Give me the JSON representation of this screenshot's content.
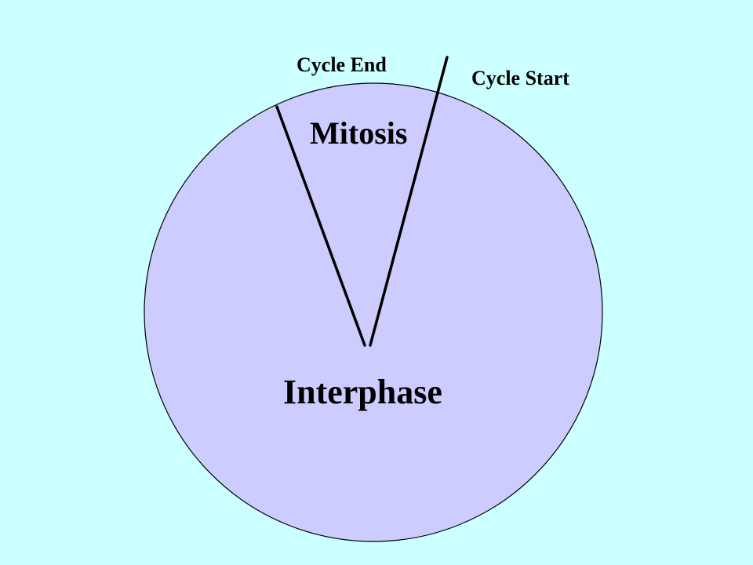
{
  "colors": {
    "background": "#ccffff",
    "cycle_fill": "#ccccff",
    "outline": "#000000",
    "text": "#000000"
  },
  "labels": {
    "cycle_end": "Cycle End",
    "cycle_start": "Cycle Start",
    "mitosis": "Mitosis",
    "interphase": "Interphase"
  }
}
